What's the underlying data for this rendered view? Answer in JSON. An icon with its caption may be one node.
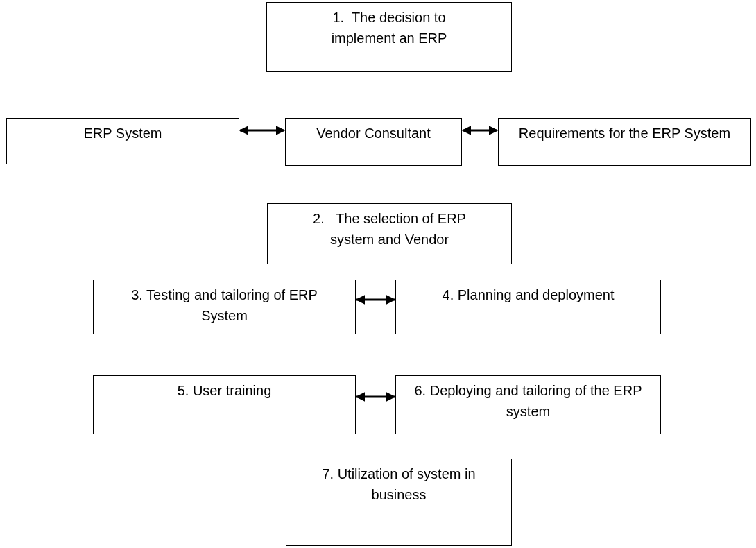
{
  "diagram": {
    "nodes": [
      {
        "text": [
          "1.  The decision to implement an ERP"
        ]
      },
      {
        "text": [
          "ERP System"
        ]
      },
      {
        "text": [
          "Vendor Consultant"
        ]
      },
      {
        "text": [
          "Requirements for the ERP System"
        ]
      },
      {
        "text": [
          "2.   The selection of ERP system and Vendor"
        ]
      },
      {
        "text": [
          "3. Testing and tailoring of ERP System"
        ]
      },
      {
        "text": [
          "4. Planning and deployment"
        ]
      },
      {
        "text": [
          "5. User training"
        ]
      },
      {
        "text": [
          "6. Deploying and tailoring of the ERP system"
        ]
      },
      {
        "text": [
          "7. Utilization of system in business"
        ]
      }
    ],
    "edges": [
      {
        "from": 1,
        "to": 2,
        "arrow": "both"
      },
      {
        "from": 2,
        "to": 3,
        "arrow": "both"
      },
      {
        "from": 5,
        "to": 6,
        "arrow": "both"
      },
      {
        "from": 7,
        "to": 8,
        "arrow": "both"
      }
    ]
  }
}
